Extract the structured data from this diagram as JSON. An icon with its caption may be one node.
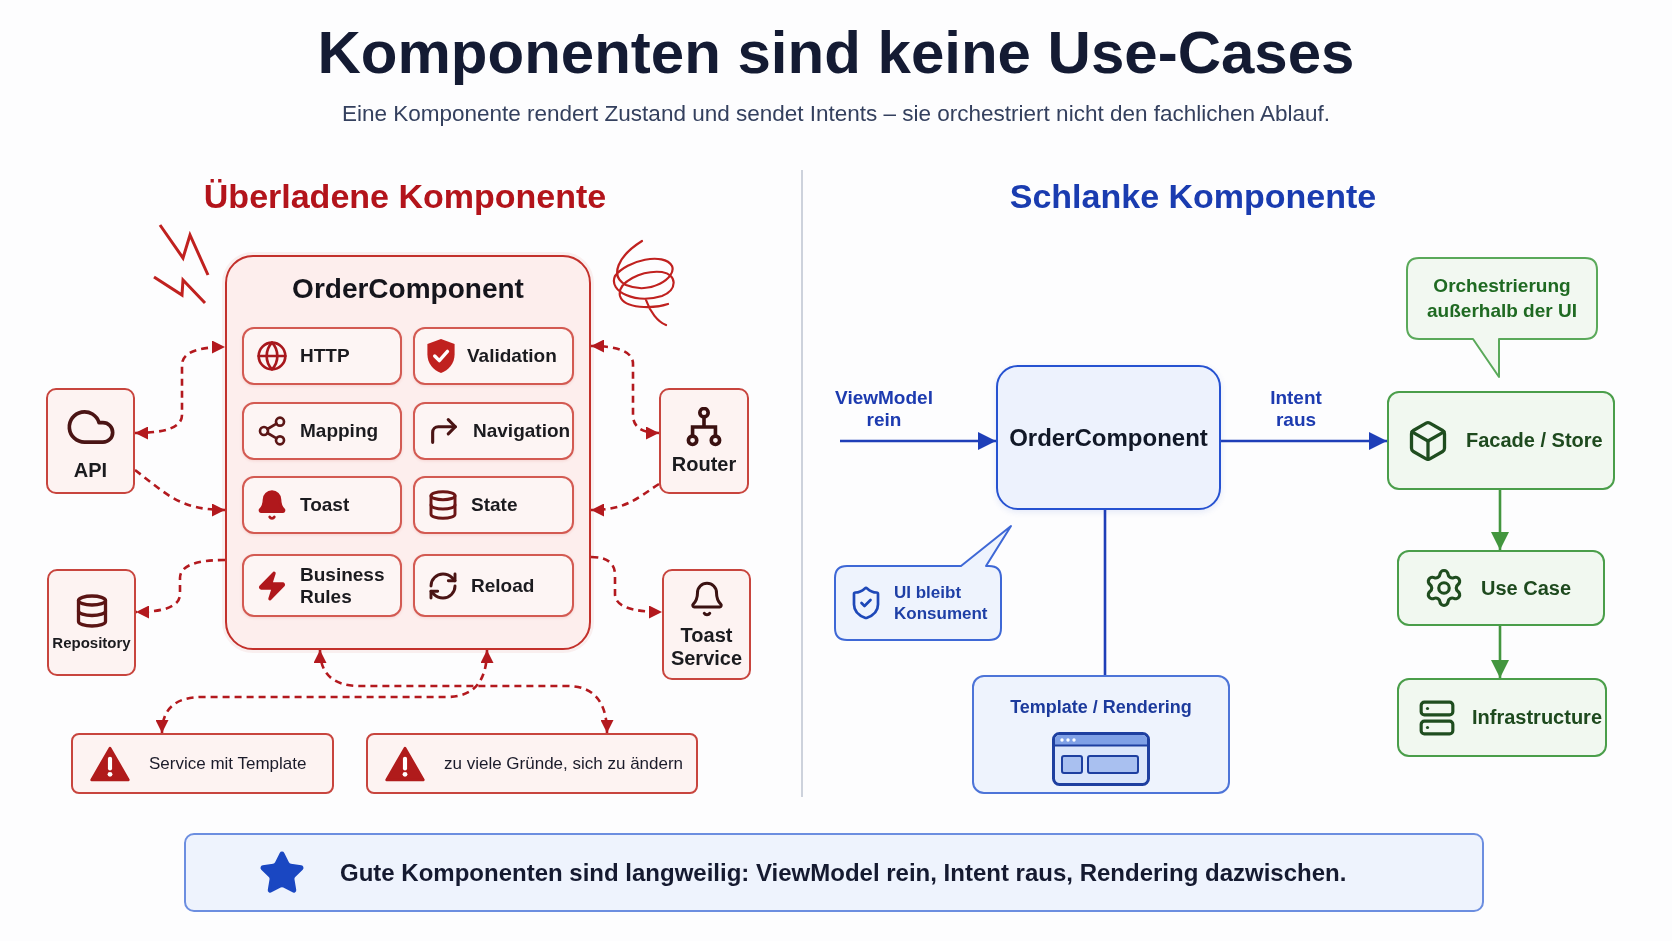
{
  "diagram": {
    "title": "Komponenten sind keine Use-Cases",
    "nodes": [
      {
        "text": [
          "OrderComponent"
        ]
      },
      {
        "text": [
          "HTTP"
        ],
        "in": 0
      },
      {
        "text": [
          "Validation"
        ],
        "in": 0
      },
      {
        "text": [
          "Mapping"
        ],
        "in": 0
      },
      {
        "text": [
          "Navigation"
        ],
        "in": 0
      },
      {
        "text": [
          "Toast"
        ],
        "in": 0
      },
      {
        "text": [
          "State"
        ],
        "in": 0
      },
      {
        "text": [
          "Business Rules"
        ],
        "in": 0
      },
      {
        "text": [
          "Reload"
        ],
        "in": 0
      },
      {
        "text": [
          "API"
        ]
      },
      {
        "text": [
          "Router"
        ]
      },
      {
        "text": [
          "Repository"
        ]
      },
      {
        "text": [
          "Toast Service"
        ]
      },
      {
        "text": [
          "Service mit Template"
        ]
      },
      {
        "text": [
          "zu viele Gründe, sich zu ändern"
        ]
      },
      {
        "text": [
          "OrderComponent"
        ]
      },
      {
        "text": [
          "Orchestrierung außerhalb der UI"
        ]
      },
      {
        "text": [
          "Facade / Store"
        ]
      },
      {
        "text": [
          "Use Case"
        ]
      },
      {
        "text": [
          "Infrastructure"
        ]
      },
      {
        "text": [
          "UI bleibt Konsument"
        ]
      },
      {
        "text": [
          "Template / Rendering"
        ]
      },
      {
        "text": [
          "Gute Komponenten sind langweilig: ViewModel rein, Intent raus, Rendering dazwischen."
        ]
      }
    ],
    "edges": [
      {
        "from": 9,
        "to": 0,
        "arrow": "both",
        "style": "dashed"
      },
      {
        "from": 9,
        "to": 0,
        "arrow": "to",
        "style": "dashed"
      },
      {
        "from": 10,
        "to": 0,
        "arrow": "both",
        "style": "dashed"
      },
      {
        "from": 10,
        "to": 0,
        "arrow": "to",
        "style": "dashed"
      },
      {
        "from": 0,
        "to": 11,
        "arrow": "to",
        "style": "dashed"
      },
      {
        "from": 0,
        "to": 12,
        "arrow": "to",
        "style": "dashed"
      },
      {
        "from": 0,
        "to": 14,
        "arrow": "both",
        "style": "dashed"
      },
      {
        "from": 0,
        "to": 13,
        "arrow": "both",
        "style": "dashed"
      },
      {
        "from": null,
        "to": 15,
        "arrow": "to",
        "label": "ViewModel rein",
        "color": "#1f3fb8"
      },
      {
        "from": 15,
        "to": 17,
        "arrow": "to",
        "label": "Intent raus",
        "color": "#1f3fb8"
      },
      {
        "from": 17,
        "to": 18,
        "arrow": "to",
        "color": "#43963f"
      },
      {
        "from": 18,
        "to": 19,
        "arrow": "to",
        "color": "#43963f"
      },
      {
        "from": 15,
        "to": 21,
        "arrow": "none",
        "color": "#1f3fb8"
      }
    ],
    "labels": [
      "Eine Komponente rendert Zustand und sendet Intents – sie orchestriert nicht den fachlichen Ablauf.",
      "Überladene Komponente",
      "Schlanke Komponente"
    ]
  }
}
